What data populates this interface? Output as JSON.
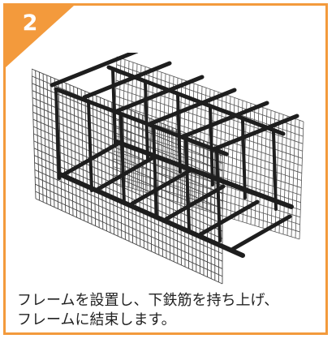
{
  "step": {
    "number": "2",
    "badge_color": "#f39a3c"
  },
  "frame_color": "#f39a3c",
  "illustration": {
    "icon": "rebar-cage-illustration"
  },
  "caption": {
    "line1": "フレームを設置し、下鉄筋を持ち上げ、",
    "line2": "フレームに結束します。"
  }
}
